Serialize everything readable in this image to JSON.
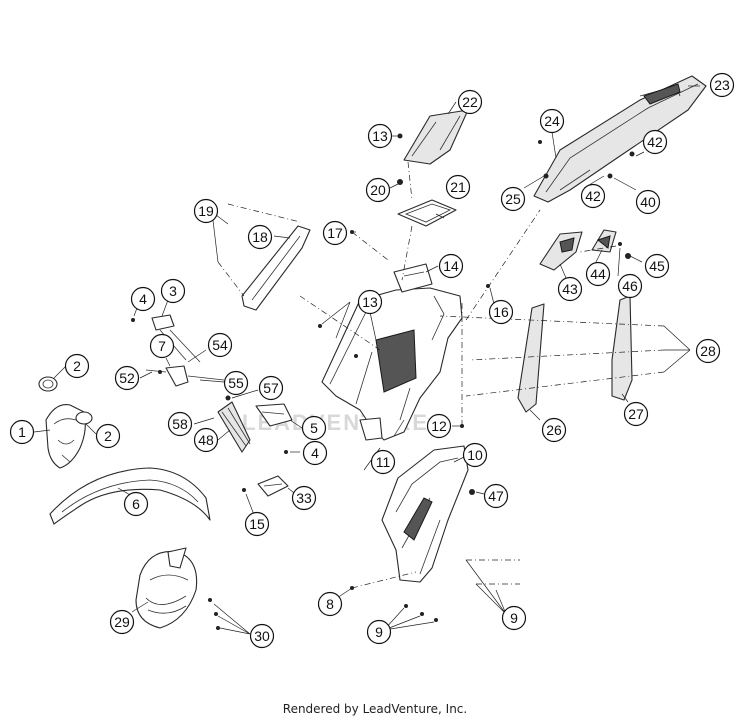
{
  "footer": {
    "rendered_by": "Rendered by LeadVenture, Inc."
  },
  "watermark": {
    "text": "LEADVENTURE",
    "icon": "leadventure-logo-icon"
  },
  "callouts": [
    {
      "label": "1"
    },
    {
      "label": "2"
    },
    {
      "label": "2"
    },
    {
      "label": "3"
    },
    {
      "label": "4"
    },
    {
      "label": "4"
    },
    {
      "label": "5"
    },
    {
      "label": "6"
    },
    {
      "label": "7"
    },
    {
      "label": "8"
    },
    {
      "label": "9"
    },
    {
      "label": "9"
    },
    {
      "label": "10"
    },
    {
      "label": "11"
    },
    {
      "label": "12"
    },
    {
      "label": "13"
    },
    {
      "label": "13"
    },
    {
      "label": "14"
    },
    {
      "label": "15"
    },
    {
      "label": "16"
    },
    {
      "label": "17"
    },
    {
      "label": "18"
    },
    {
      "label": "19"
    },
    {
      "label": "20"
    },
    {
      "label": "21"
    },
    {
      "label": "22"
    },
    {
      "label": "23"
    },
    {
      "label": "24"
    },
    {
      "label": "25"
    },
    {
      "label": "26"
    },
    {
      "label": "27"
    },
    {
      "label": "28"
    },
    {
      "label": "29"
    },
    {
      "label": "30"
    },
    {
      "label": "33"
    },
    {
      "label": "40"
    },
    {
      "label": "42"
    },
    {
      "label": "42"
    },
    {
      "label": "43"
    },
    {
      "label": "44"
    },
    {
      "label": "45"
    },
    {
      "label": "46"
    },
    {
      "label": "47"
    },
    {
      "label": "48"
    },
    {
      "label": "52"
    },
    {
      "label": "54"
    },
    {
      "label": "55"
    },
    {
      "label": "57"
    },
    {
      "label": "58"
    }
  ]
}
